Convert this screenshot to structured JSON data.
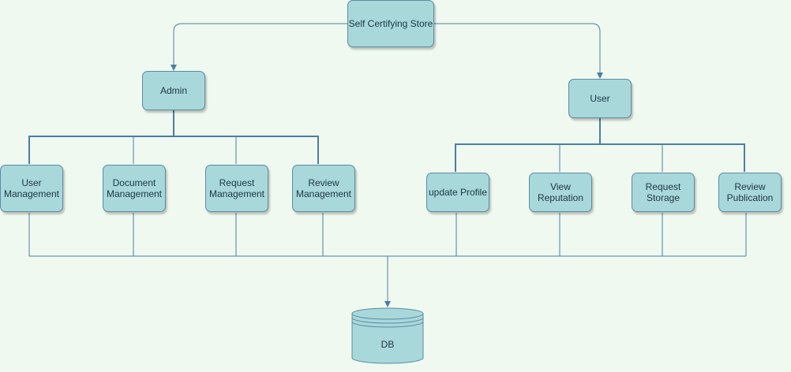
{
  "diagram": {
    "root": {
      "label": "Self Certifying Store"
    },
    "branches": {
      "admin": {
        "label": "Admin",
        "children": [
          "User\nManagement",
          "Document\nManagement",
          "Request\nManagement",
          "Review\nManagement"
        ]
      },
      "user": {
        "label": "User",
        "children": [
          "update Profile",
          "View\nReputation",
          "Request\nStorage",
          "Review\nPublication"
        ]
      }
    },
    "database": {
      "label": "DB"
    }
  },
  "colors": {
    "background": "#f0f9ef",
    "node_fill": "#a8d8da",
    "node_border": "#5b8aa6",
    "line": "#4a7ea3",
    "text": "#1e3546"
  }
}
